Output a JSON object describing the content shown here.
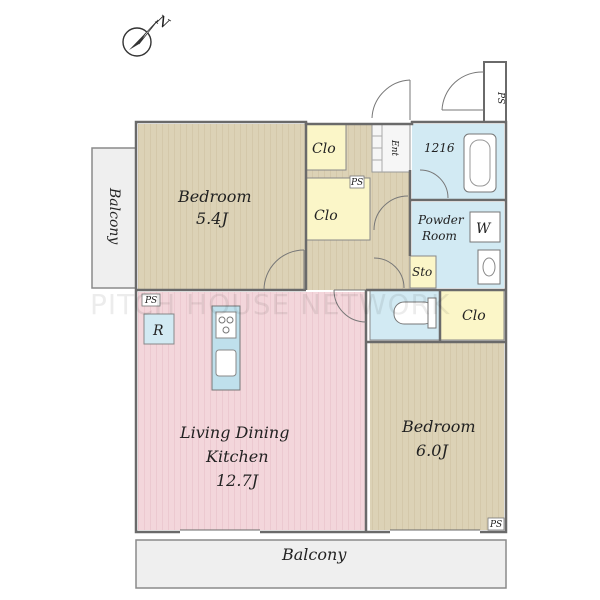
{
  "compass": {
    "north_label": "N"
  },
  "rooms": {
    "bedroom_1": {
      "name": "Bedroom",
      "size": "5.4J"
    },
    "bedroom_2": {
      "name": "Bedroom",
      "size": "6.0J"
    },
    "ldk": {
      "line1": "Living Dining",
      "line2": "Kitchen",
      "size": "12.7J"
    },
    "balcony_left": "Balcony",
    "balcony_bottom": "Balcony",
    "closet_1": "Clo",
    "closet_2": "Clo",
    "closet_3": "Clo",
    "entrance": "Ent",
    "bath": "1216",
    "powder_line1": "Powder",
    "powder_line2": "Room",
    "washer": "W",
    "storage": "Sto",
    "refrigerator": "R",
    "ps_labels": [
      "PS",
      "PS",
      "PS",
      "PS"
    ]
  },
  "watermark": "PITCH HOUSE NETWORK",
  "colors": {
    "bedroom_floor": "#dcd2b6",
    "ldk_floor": "#f3d6db",
    "closet_fill": "#fbf6c8",
    "wet_area": "#d2eaf3",
    "balcony_fill": "#efefef",
    "kitchen_counter": "#bfe0ec"
  }
}
